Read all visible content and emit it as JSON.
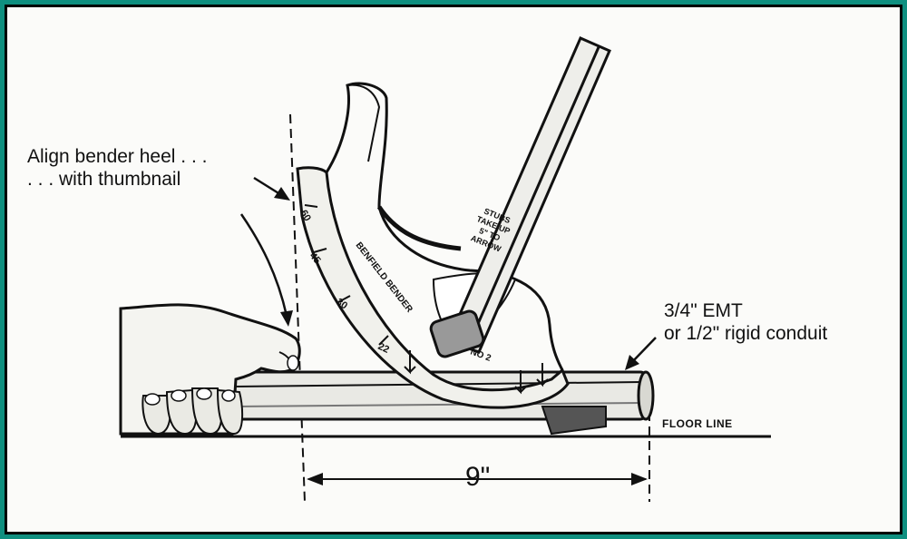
{
  "annotations": {
    "heel_line1": "Align bender heel . . .",
    "heel_line2": ". . . with thumbnail",
    "conduit_line1": "3/4\" EMT",
    "conduit_line2": "or 1/2\" rigid conduit",
    "floor_line": "FLOOR LINE",
    "dimension": "9\""
  },
  "bender": {
    "brand": "BENFIELD BENDER",
    "model": "NO 2",
    "marks": [
      "60",
      "45",
      "30",
      "22"
    ],
    "stamp": [
      "STUBS",
      "TAKE UP",
      "5\" TO",
      "ARROW"
    ]
  },
  "colors": {
    "frame": "#0f8f80",
    "ink": "#111111",
    "paper": "#fbfbf9"
  }
}
